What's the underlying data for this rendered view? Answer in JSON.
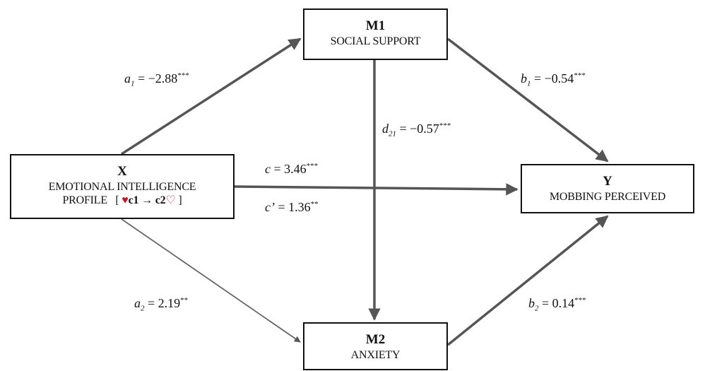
{
  "nodes": {
    "m1": {
      "symbol": "M1",
      "label": "SOCIAL SUPPORT"
    },
    "m2": {
      "symbol": "M2",
      "label": "ANXIETY"
    },
    "x": {
      "symbol": "X",
      "label": "EMOTIONAL INTELLIGENCE",
      "label2": "PROFILE",
      "bracket_open": "[",
      "c1": "c1",
      "arrow": "→",
      "c2": "c2",
      "bracket_close": "]"
    },
    "y": {
      "symbol": "Y",
      "label": "MOBBING PERCEIVED"
    }
  },
  "paths": {
    "a1": {
      "var": "a",
      "sub": "1",
      "value": "= −2.88",
      "sig": "***"
    },
    "a2": {
      "var": "a",
      "sub": "2",
      "value": "= 2.19",
      "sig": "**"
    },
    "b1": {
      "var": "b",
      "sub": "1",
      "value": "= −0.54",
      "sig": "***"
    },
    "b2": {
      "var": "b",
      "sub": "2",
      "value": "= 0.14",
      "sig": "***"
    },
    "d21": {
      "var": "d",
      "sub": "21",
      "value": "= −0.57",
      "sig": "***"
    },
    "c": {
      "var": "c",
      "value": "= 3.46",
      "sig": "***"
    },
    "c_prime": {
      "var": "c’",
      "value": "= 1.36",
      "sig": "**"
    }
  },
  "colors": {
    "arrow_dark": "#555555",
    "arrow_light": "#666666",
    "heart": "#c0182b"
  }
}
